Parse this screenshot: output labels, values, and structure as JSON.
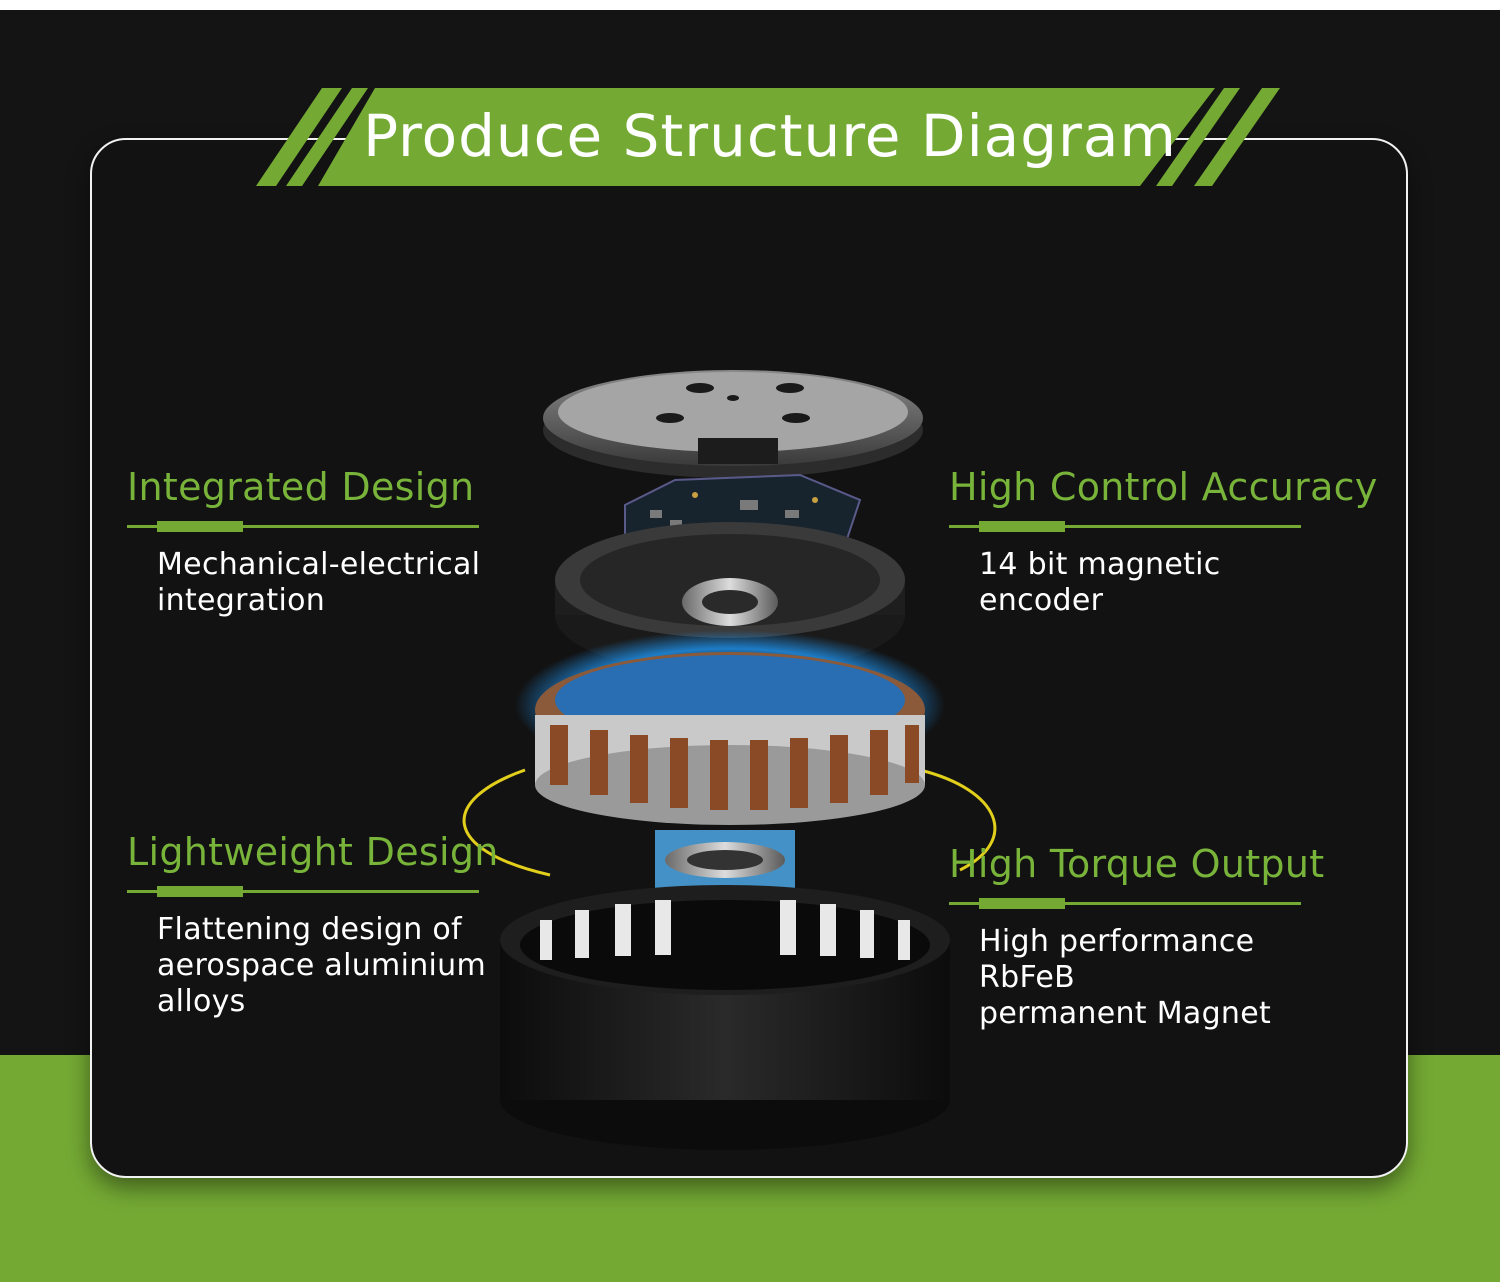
{
  "title": "Produce Structure Diagram",
  "features": {
    "integrated": {
      "title": "Integrated Design",
      "lines": [
        "Mechanical-electrical",
        "integration"
      ]
    },
    "control": {
      "title": "High Control Accuracy",
      "lines": [
        "14 bit magnetic encoder"
      ]
    },
    "lightweight": {
      "title": "Lightweight Design",
      "lines": [
        "Flattening design of",
        "aerospace aluminium",
        "alloys"
      ]
    },
    "torque": {
      "title": "High Torque Output",
      "lines": [
        "High performance RbFeB",
        "permanent Magnet"
      ]
    }
  },
  "colors": {
    "accent_green": "#74aa34",
    "title_green": "#78b33a",
    "background_dark": "#141414",
    "glow_blue": "#1e8ee6",
    "accent_yellow": "#e2cf1c"
  }
}
